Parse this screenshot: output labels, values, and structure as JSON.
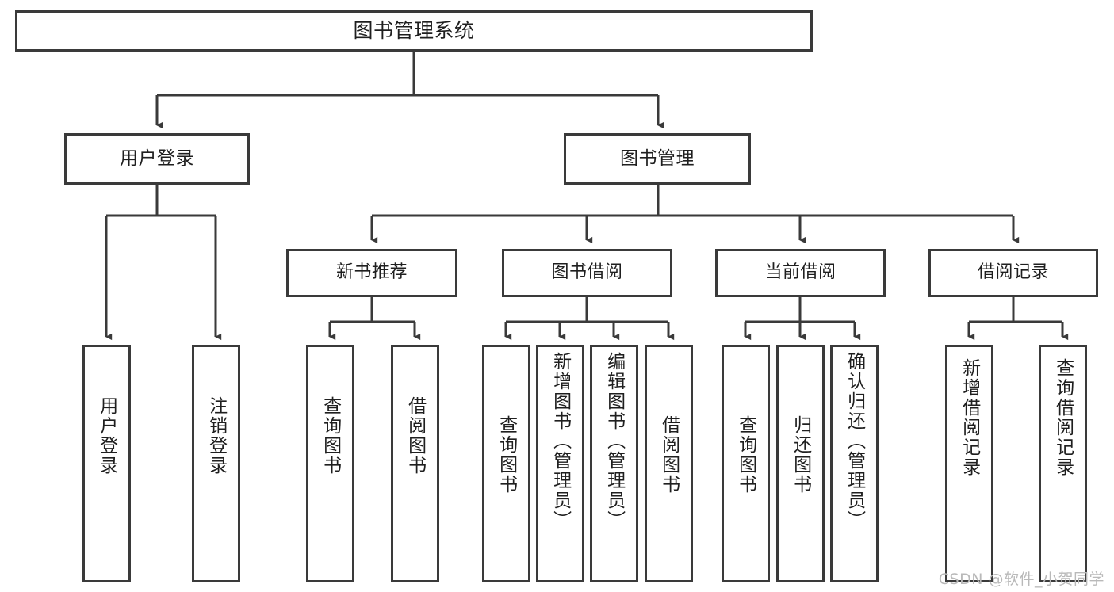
{
  "diagram": {
    "title": "图书管理系统",
    "type": "tree",
    "watermark": "CSDN @软件_小贺同学",
    "colors": {
      "stroke": "#3a3a3a",
      "fill": "#ffffff",
      "text": "#1f1f1f",
      "watermark": "#b9b9b9"
    },
    "root": {
      "label": "图书管理系统"
    },
    "level1": [
      {
        "label": "用户登录"
      },
      {
        "label": "图书管理"
      }
    ],
    "level2": [
      {
        "label": "新书推荐"
      },
      {
        "label": "图书借阅"
      },
      {
        "label": "当前借阅"
      },
      {
        "label": "借阅记录"
      }
    ],
    "leaves": {
      "user_login": [
        {
          "label": "用户登录"
        },
        {
          "label": "注销登录"
        }
      ],
      "new_book": [
        {
          "label": "查询图书"
        },
        {
          "label": "借阅图书"
        }
      ],
      "book_borrow": [
        {
          "label": "查询图书"
        },
        {
          "label": "新增图书（管理员）"
        },
        {
          "label": "编辑图书（管理员）"
        },
        {
          "label": "借阅图书"
        }
      ],
      "current_borrow": [
        {
          "label": "查询图书"
        },
        {
          "label": "归还图书"
        },
        {
          "label": "确认归还（管理员）"
        }
      ],
      "borrow_record": [
        {
          "label": "新增借阅记录"
        },
        {
          "label": "查询借阅记录"
        }
      ]
    }
  }
}
